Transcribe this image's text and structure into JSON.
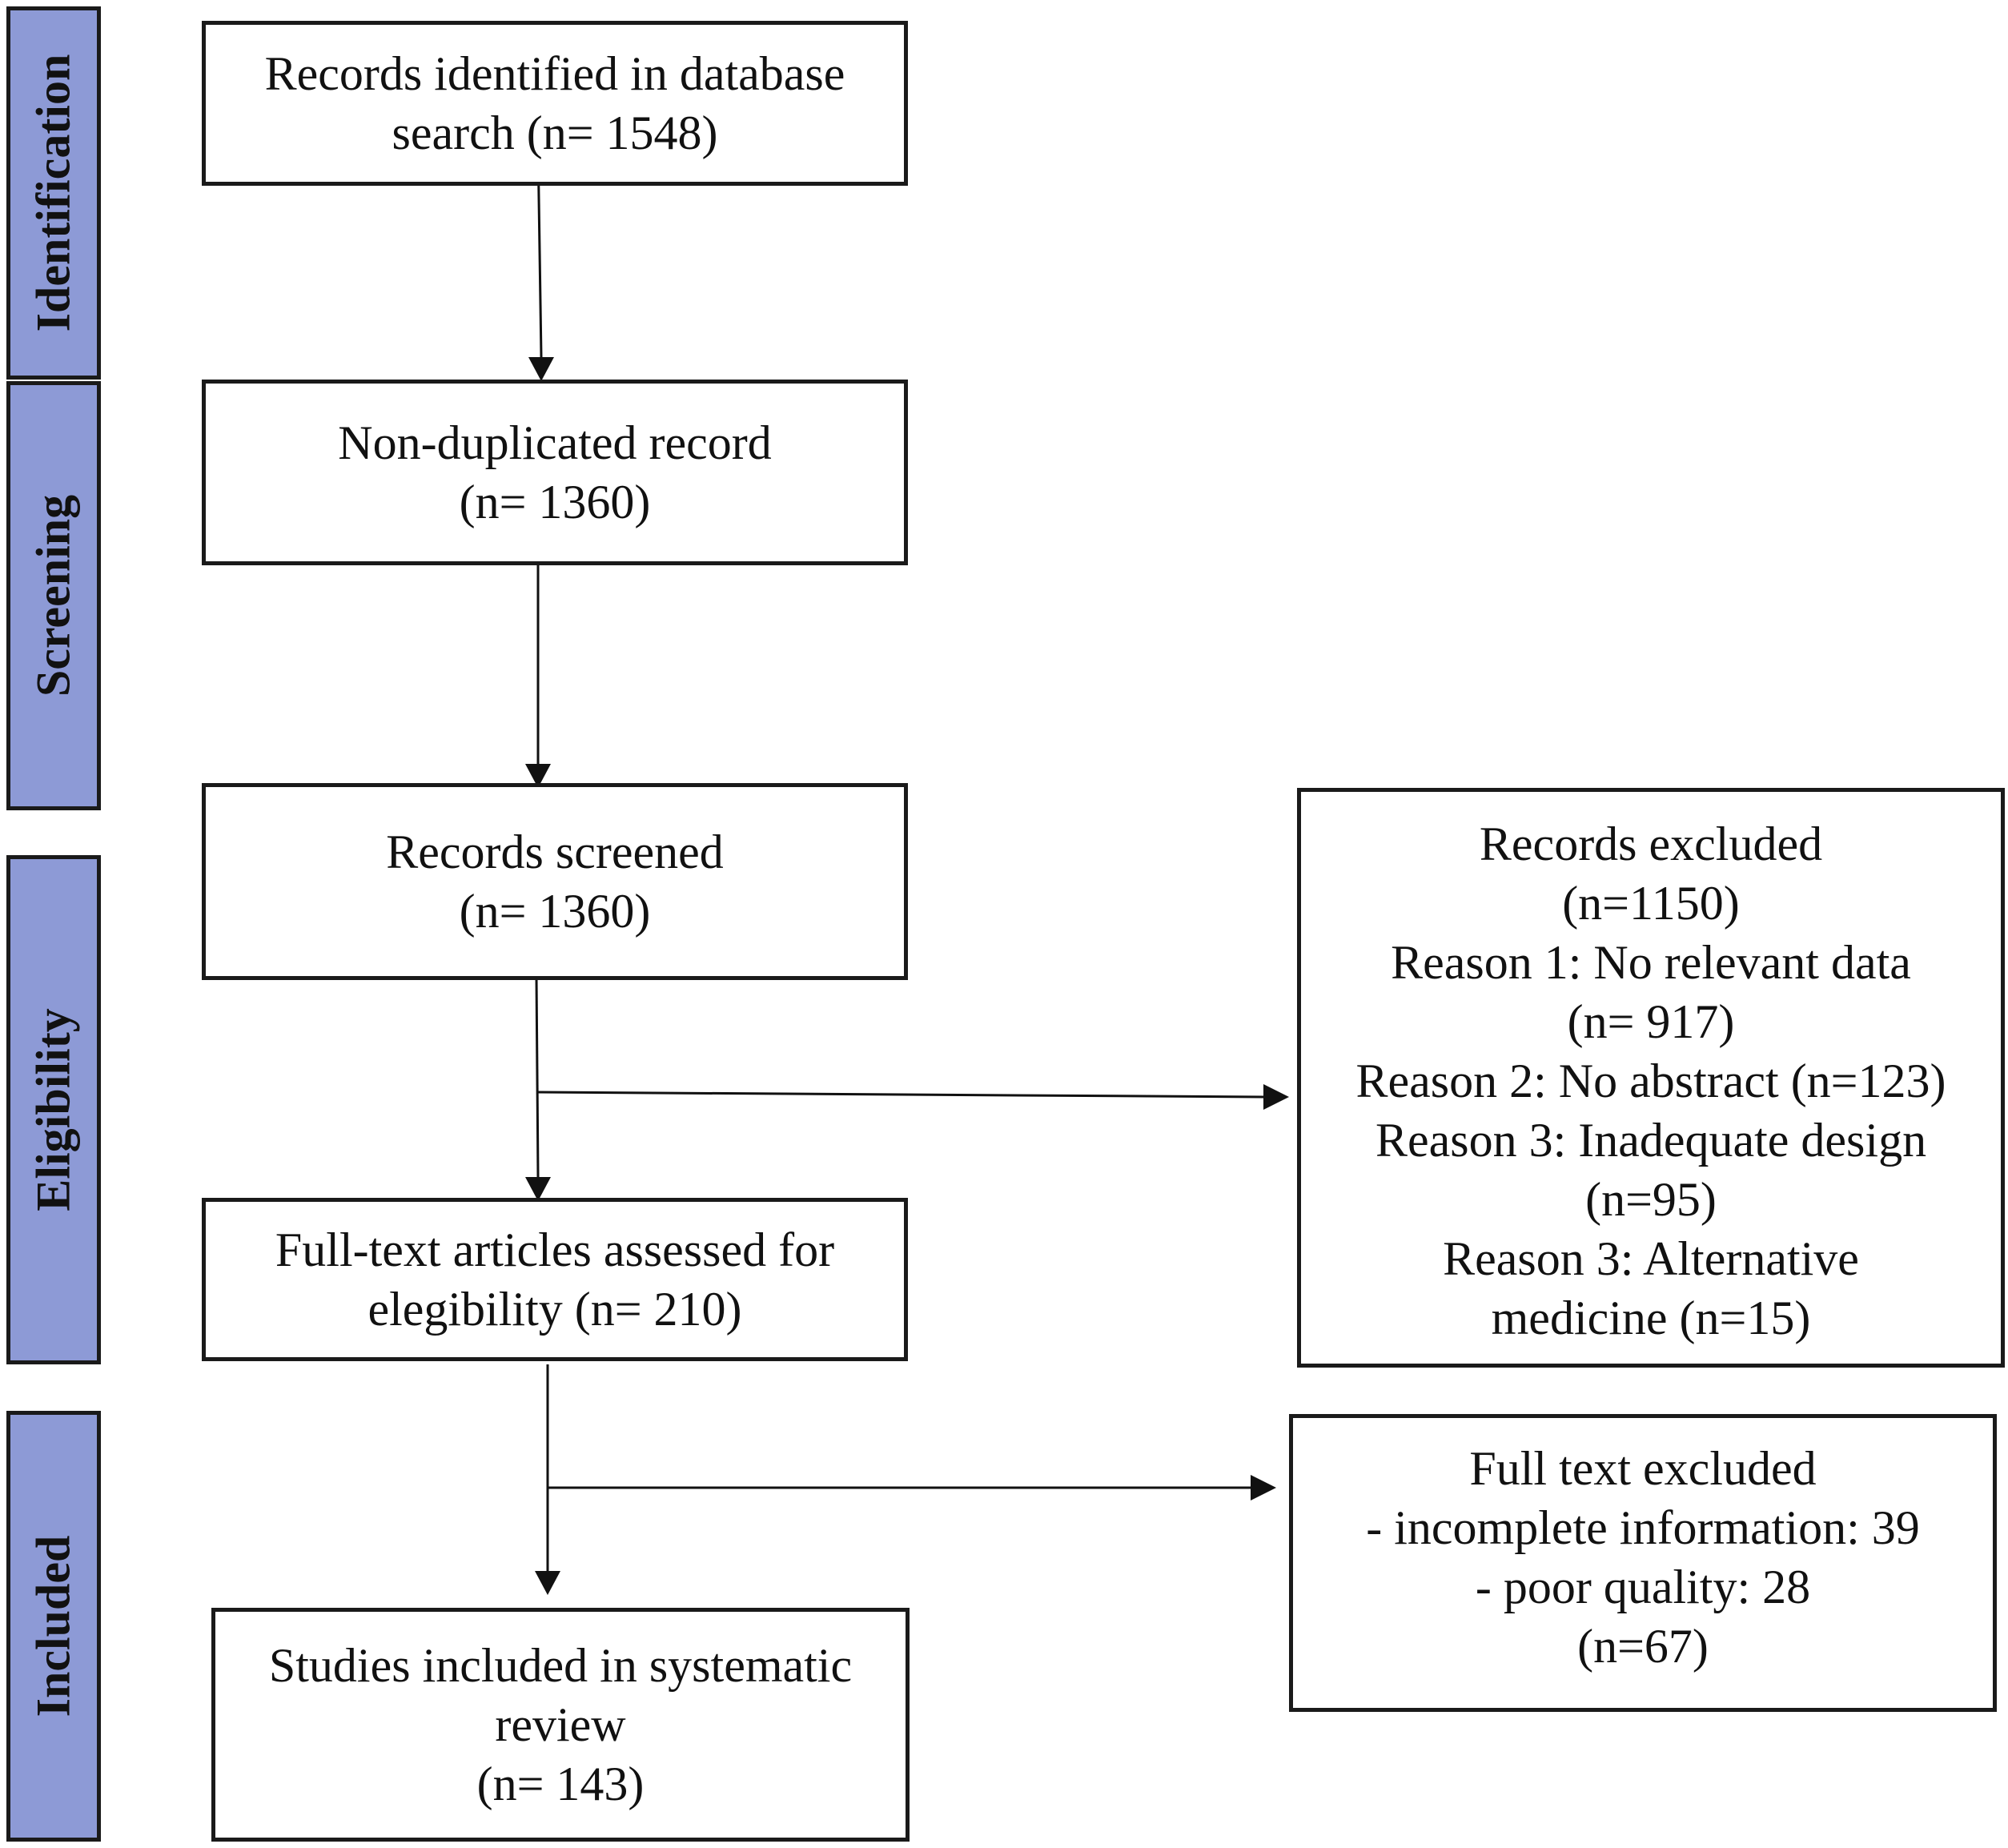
{
  "stages": [
    {
      "id": "identification",
      "label": "Identification"
    },
    {
      "id": "screening",
      "label": "Screening"
    },
    {
      "id": "eligibility",
      "label": "Eligibility"
    },
    {
      "id": "included",
      "label": "Included"
    }
  ],
  "boxes": {
    "identified": {
      "lines": [
        "Records identified in database",
        "search (n= 1548)"
      ]
    },
    "nonduplicated": {
      "lines": [
        "Non-duplicated record",
        "(n= 1360)"
      ]
    },
    "screened": {
      "lines": [
        "Records screened",
        "(n= 1360)"
      ]
    },
    "fulltext": {
      "lines": [
        "Full-text articles assessed for",
        "elegibility (n= 210)"
      ]
    },
    "included": {
      "lines": [
        "Studies included in systematic",
        "review",
        "(n= 143)"
      ]
    },
    "records_excluded": {
      "lines": [
        "Records excluded",
        "(n=1150)",
        "Reason 1: No relevant data",
        "(n= 917)",
        "Reason 2: No abstract (n=123)",
        "Reason 3: Inadequate design",
        "(n=95)",
        "Reason 3: Alternative",
        "medicine (n=15)"
      ]
    },
    "fulltext_excluded": {
      "lines": [
        "Full text excluded",
        "- incomplete information: 39",
        "- poor quality: 28",
        "(n=67)"
      ]
    }
  }
}
